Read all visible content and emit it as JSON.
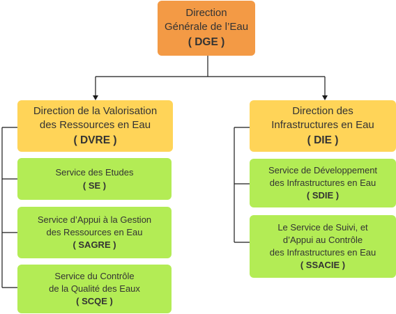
{
  "dge": {
    "lines": [
      "Direction",
      "Générale de l’Eau"
    ],
    "abbr": "( DGE )"
  },
  "dvre": {
    "lines": [
      "Direction de la Valorisation",
      "des Ressources en Eau"
    ],
    "abbr": "( DVRE )"
  },
  "die": {
    "lines": [
      "Direction des",
      "Infrastructures en Eau"
    ],
    "abbr": "( DIE )"
  },
  "se": {
    "lines": [
      "Service des Etudes"
    ],
    "abbr": "( SE )"
  },
  "sagre": {
    "lines": [
      "Service d’Appui à la Gestion",
      "des Ressources en Eau"
    ],
    "abbr": "( SAGRE )"
  },
  "scqe": {
    "lines": [
      "Service du Contrôle",
      "de la Qualité des Eaux"
    ],
    "abbr": "( SCQE )"
  },
  "sdie": {
    "lines": [
      "Service de Développement",
      "des Infrastructures en Eau"
    ],
    "abbr": "( SDIE )"
  },
  "ssacie": {
    "lines": [
      "Le Service de Suivi, et",
      "d’Appui au Contrôle",
      "des Infrastructures en Eau"
    ],
    "abbr": "( SSACIE )"
  },
  "colors": {
    "orange": "#f39a45",
    "yellow": "#ffd458",
    "green": "#b3ec55",
    "line": "#1a1a1a"
  }
}
